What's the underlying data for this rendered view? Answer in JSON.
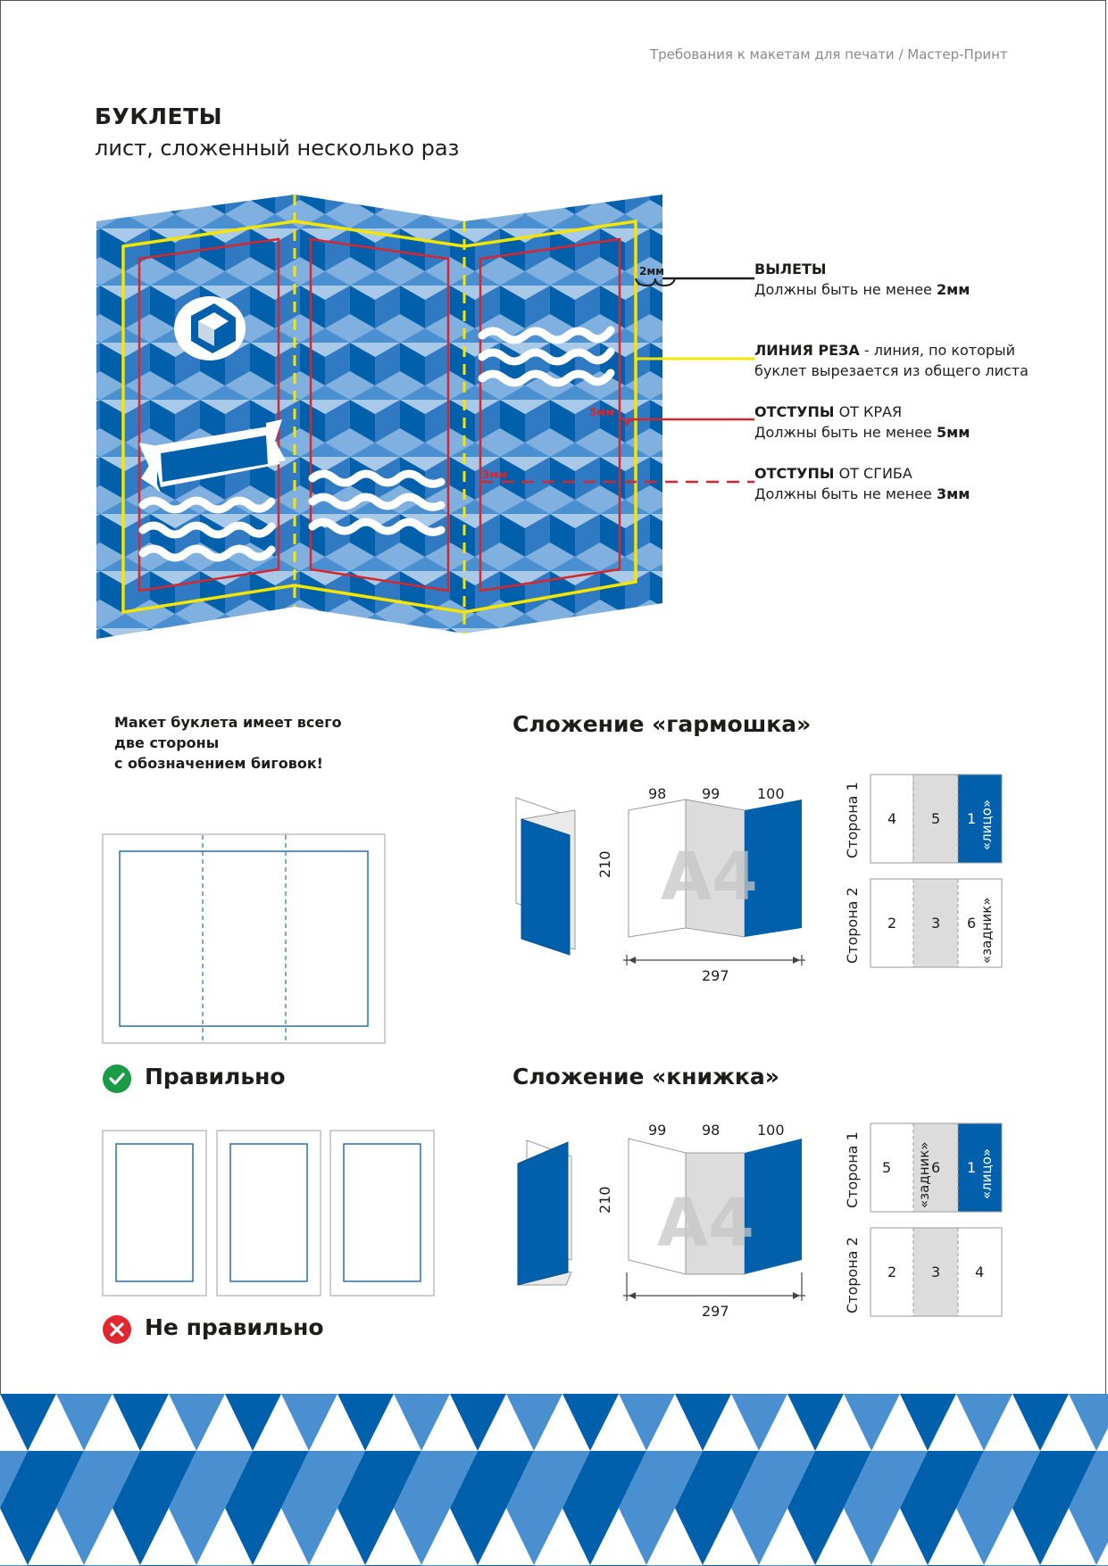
{
  "header": {
    "text": "Требования к макетам для печати / Мастер-Принт"
  },
  "title": "БУКЛЕТЫ",
  "subtitle": "лист, сложенный несколько раз",
  "illustration": {
    "bleed_callout": "2мм",
    "margin_callout": "5мм",
    "fold_callout": "3мм"
  },
  "legend": [
    {
      "title": "ВЫЛЕТЫ",
      "rest": "",
      "line2_pre": "Должны быть не менее ",
      "line2_bold": "2мм",
      "color": "#1d1d1b"
    },
    {
      "title": "ЛИНИЯ РЕЗА",
      "rest": " - линия, по который",
      "line2_pre": "буклет вырезается из общего листа",
      "line2_bold": "",
      "color": "#f5e600"
    },
    {
      "title": "ОТСТУПЫ",
      "rest": " ОТ КРАЯ",
      "line2_pre": "Должны быть не менее ",
      "line2_bold": "5мм",
      "color": "#d7262e"
    },
    {
      "title": "ОТСТУПЫ",
      "rest": " ОТ СГИБА",
      "line2_pre": "Должны быть не менее ",
      "line2_bold": "3мм",
      "color": "#d7262e"
    }
  ],
  "note": {
    "line1": "Макет буклета имеет всего",
    "line2": "две стороны",
    "line3": "с обозначением биговок!"
  },
  "correct": {
    "label": "Правильно",
    "color": "#1a9b46"
  },
  "wrong": {
    "label": "Не правильно",
    "color": "#e0262e"
  },
  "accordion": {
    "title": "Сложение «гармошка»",
    "widths": [
      "98",
      "99",
      "100"
    ],
    "height": "210",
    "total": "297",
    "format": "A4",
    "side1_label": "Сторона 1",
    "side2_label": "Сторона 2",
    "side1": [
      "4",
      "5",
      "1"
    ],
    "side1_tag": "«лицо»",
    "side2": [
      "2",
      "3",
      "6"
    ],
    "side2_tag": "«задник»"
  },
  "book": {
    "title": "Сложение «книжка»",
    "widths": [
      "99",
      "98",
      "100"
    ],
    "height": "210",
    "total": "297",
    "format": "A4",
    "side1_label": "Сторона 1",
    "side2_label": "Сторона 2",
    "side1": [
      "5",
      "6",
      "1"
    ],
    "side1_tag_mid": "«задник»",
    "side1_tag": "«лицо»",
    "side2": [
      "2",
      "3",
      "4"
    ]
  },
  "colors": {
    "brand_blue": "#0060ac",
    "light_blue": "#4a90d0",
    "pale_blue": "#a9c9e8",
    "cut_yellow": "#f5e600",
    "margin_red": "#d7262e",
    "fold_gray": "#dcdcdc"
  }
}
